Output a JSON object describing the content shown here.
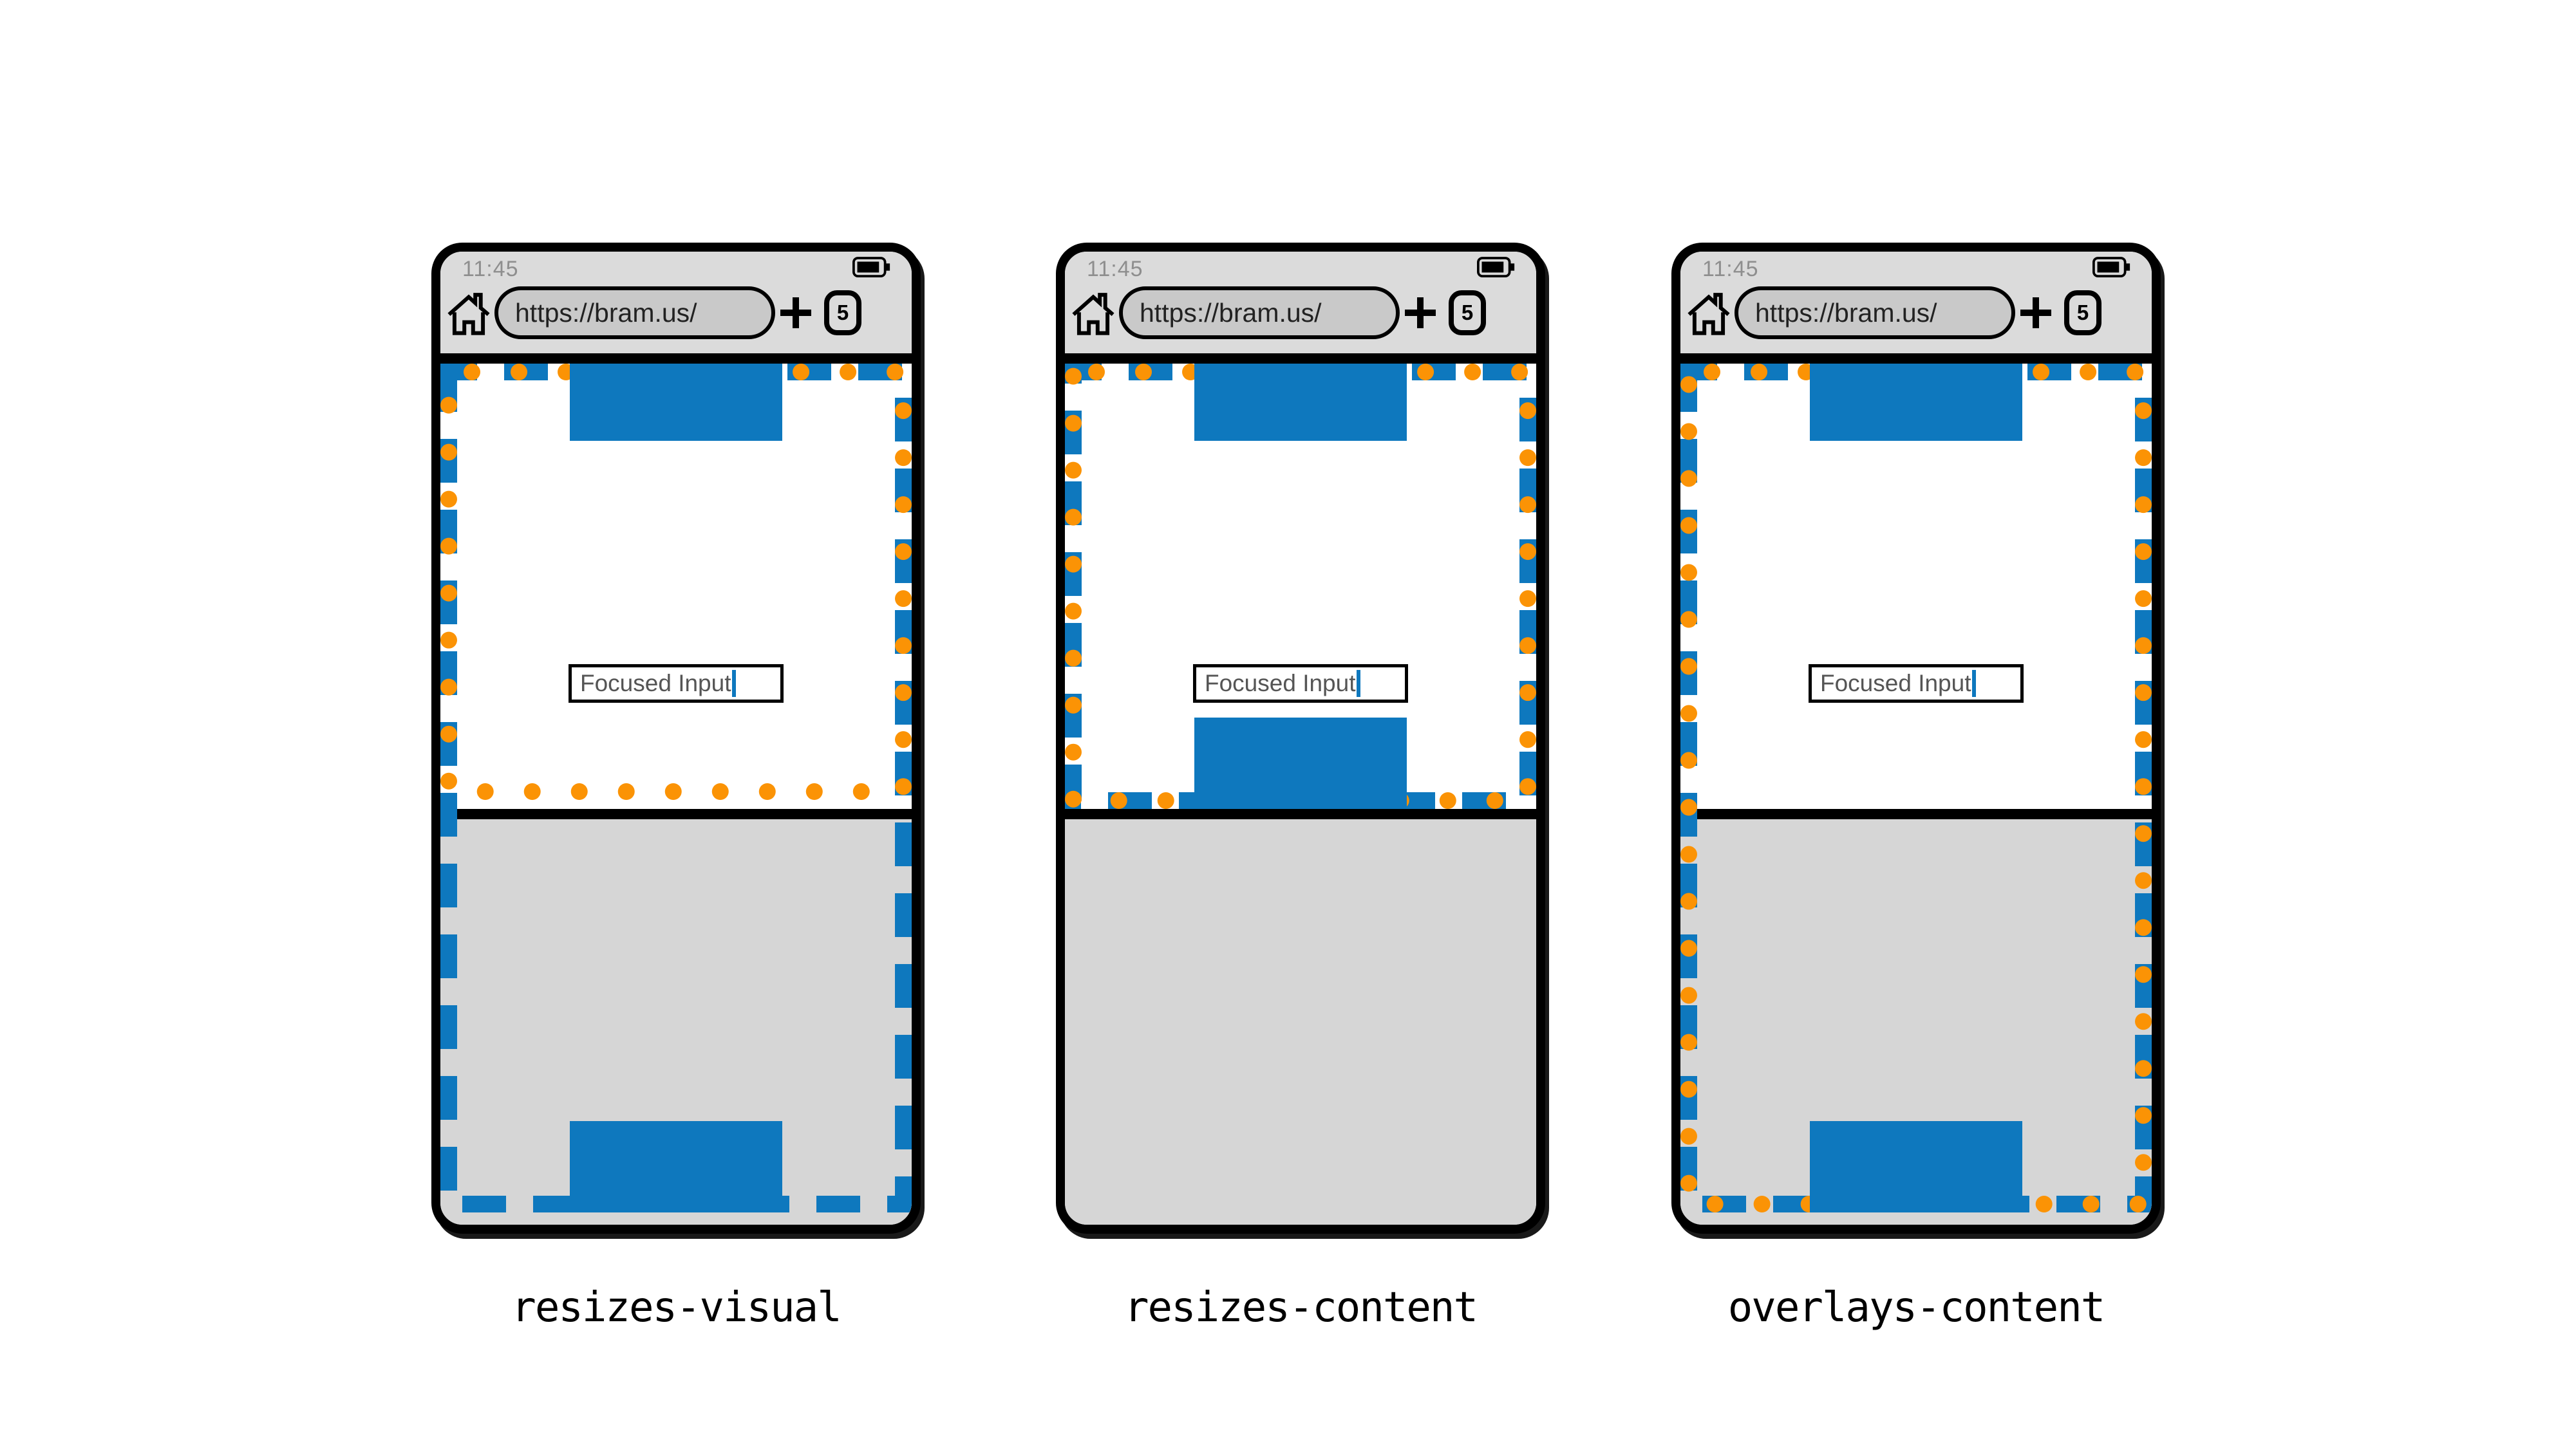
{
  "browser": {
    "status_time": "11:45",
    "url": "https://bram.us/",
    "tab_count": "5"
  },
  "page_content": {
    "input_value": "Focused Input"
  },
  "panels": [
    {
      "label": "resizes-visual"
    },
    {
      "label": "resizes-content"
    },
    {
      "label": "overlays-content"
    }
  ],
  "icons": {
    "home": "home-icon",
    "new_tab": "plus-icon",
    "tabs": "tab-count-box",
    "battery": "battery-icon",
    "caret": "text-cursor"
  },
  "colors": {
    "accent_blue": "#0E78BE",
    "accent_orange": "#FB9305",
    "chrome_gray": "#DBDBDB",
    "keyboard_gray": "#D6D6D6",
    "pill_gray": "#C9C9C9",
    "frame_black": "#000000",
    "status_text": "#8E8E8E",
    "input_text": "#555555"
  }
}
